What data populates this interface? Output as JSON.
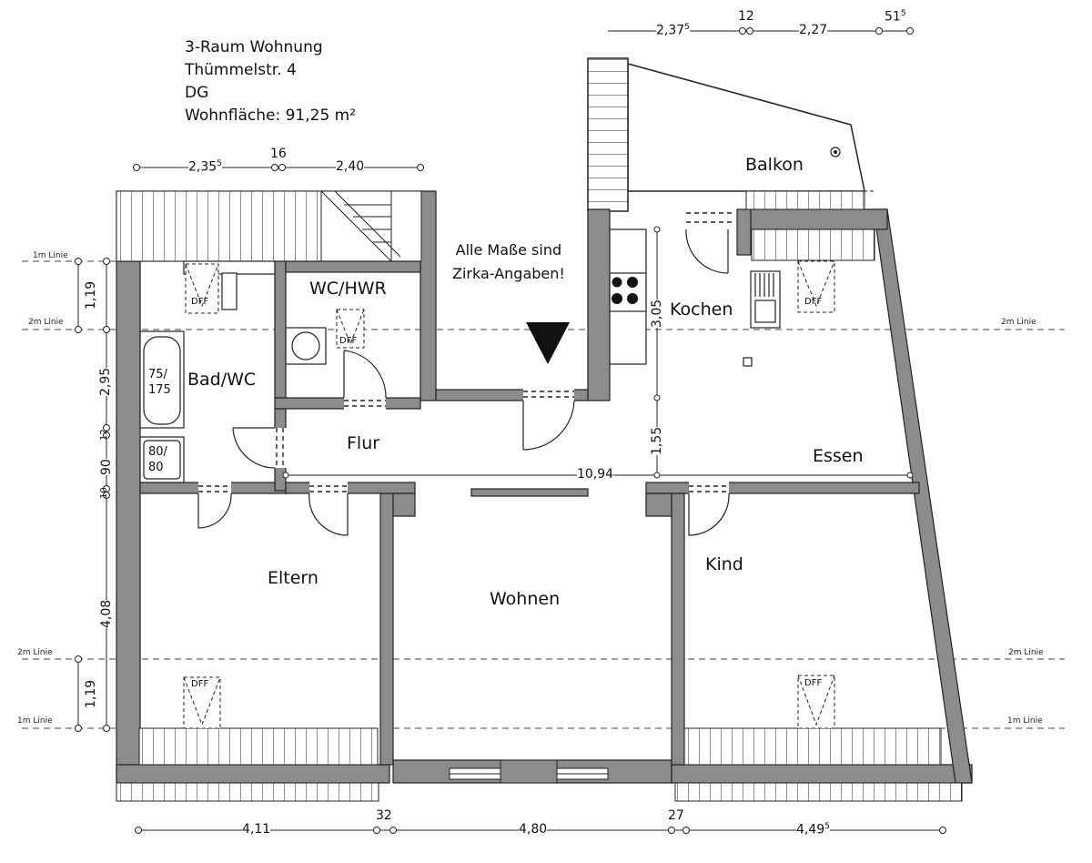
{
  "info": {
    "line1": "3-Raum Wohnung",
    "line2": "Thümmelstr. 4",
    "line3": "DG",
    "line4": "Wohnfläche: 91,25 m²"
  },
  "note": {
    "line1": "Alle Maße sind",
    "line2": "Zirka-Angaben!"
  },
  "rooms": {
    "balkon": "Balkon",
    "wc_hwr": "WC/HWR",
    "kochen": "Kochen",
    "bad_wc": "Bad/WC",
    "flur": "Flur",
    "essen": "Essen",
    "eltern": "Eltern",
    "wohnen": "Wohnen",
    "kind": "Kind"
  },
  "fixtures": {
    "bath_top": "75/",
    "bath_bottom": "175",
    "shower_top": "80/",
    "shower_bottom": "80",
    "dff": "DFF"
  },
  "height_lines": {
    "one_m": "1m Linie",
    "two_m": "2m Linie"
  },
  "dimensions": {
    "top_left_a": "2,35",
    "top_left_a_sup": "5",
    "top_left_b": "16",
    "top_left_c": "2,40",
    "top_right_a": "2,37",
    "top_right_a_sup": "5",
    "top_right_b": "12",
    "top_right_c": "2,27",
    "top_right_d": "51",
    "top_right_d_sup": "5",
    "bottom_a": "4,11",
    "bottom_b": "32",
    "bottom_c": "4,80",
    "bottom_d": "27",
    "bottom_e": "4,49",
    "bottom_e_sup": "5",
    "left_a": "1,19",
    "left_b": "2,95",
    "left_c": "12",
    "left_d": "90",
    "left_e": "10",
    "left_f": "4,08",
    "left_g": "1,19",
    "inner_width": "10,94",
    "kitchen_a": "3,05",
    "kitchen_b": "1,55"
  }
}
